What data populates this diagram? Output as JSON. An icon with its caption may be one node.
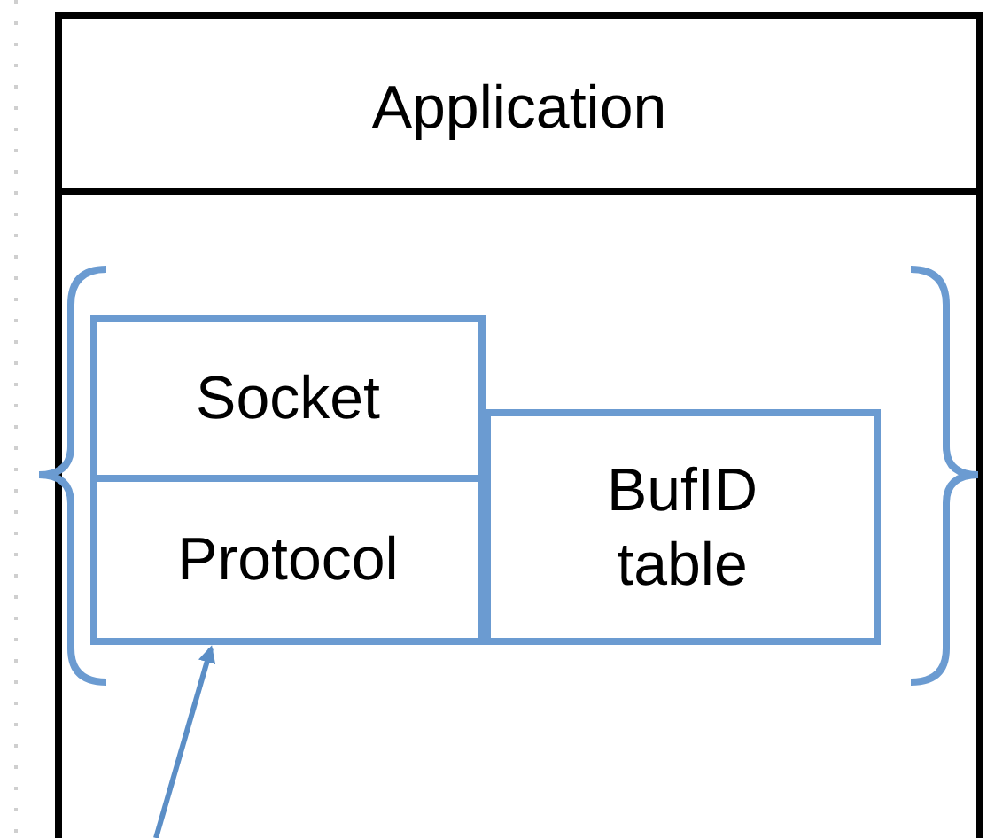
{
  "diagram": {
    "nodes": [
      {
        "text": [
          "Application"
        ]
      },
      {
        "text": [],
        "shape": "box"
      },
      {
        "text": [
          "Socket"
        ],
        "in": 1
      },
      {
        "text": [
          "Protocol"
        ],
        "in": 1
      },
      {
        "text": [
          "BufID table"
        ],
        "in": 1
      }
    ],
    "edges": [
      {
        "from": null,
        "to": 3,
        "arrow": "to",
        "color": "#5b8ec6"
      }
    ]
  }
}
